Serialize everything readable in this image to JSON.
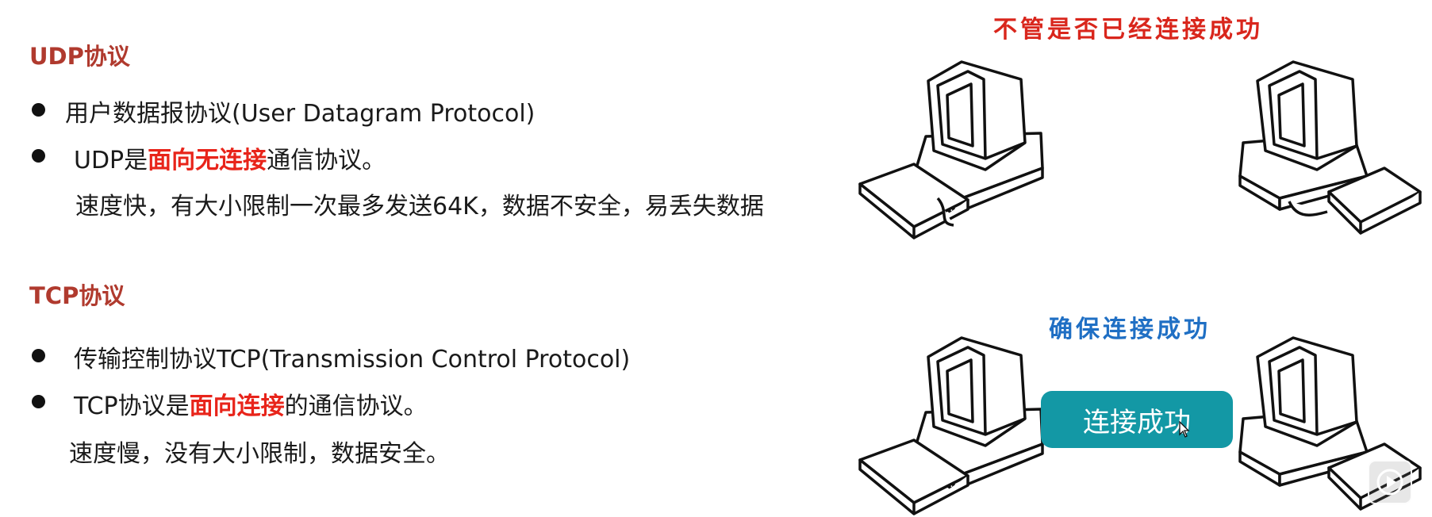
{
  "udp": {
    "title": "UDP协议",
    "line1": "用户数据报协议(User Datagram Protocol)",
    "line2_pre": "UDP是",
    "line2_hl": "面向无连接",
    "line2_post": "通信协议。",
    "line3": "速度快，有大小限制一次最多发送64K，数据不安全，易丢失数据"
  },
  "tcp": {
    "title": "TCP协议",
    "line1": "传输控制协议TCP(Transmission Control Protocol)",
    "line2_pre": "TCP协议是",
    "line2_hl": "面向连接",
    "line2_post": "的通信协议。",
    "line3": "速度慢，没有大小限制，数据安全。"
  },
  "diagram": {
    "udp_caption": "不管是否已经连接成功",
    "tcp_caption": "确保连接成功",
    "connect_button": "连接成功"
  },
  "colors": {
    "heading": "#b03a2e",
    "highlight": "#e8241a",
    "udp_caption": "#d9261c",
    "tcp_caption": "#1f6fc4",
    "button": "#1398a5"
  },
  "icons": [
    "computer-icon",
    "mouse-cursor-icon",
    "play-icon"
  ]
}
